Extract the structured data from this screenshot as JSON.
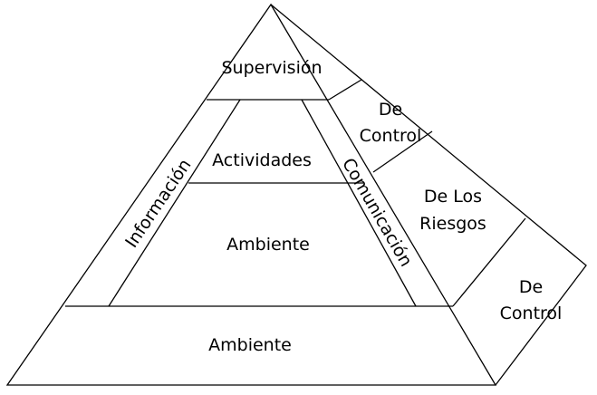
{
  "pyramid": {
    "top_section": "Supervisión",
    "inner_top": "Actividades",
    "inner_middle": "Ambiente",
    "left_band": "Información",
    "right_band": "Comunicación",
    "base": "Ambiente"
  },
  "side_face": {
    "upper_control": [
      "De",
      "Control"
    ],
    "risks": [
      "De Los",
      "Riesgos"
    ],
    "lower_control": [
      "De",
      "Control"
    ]
  }
}
